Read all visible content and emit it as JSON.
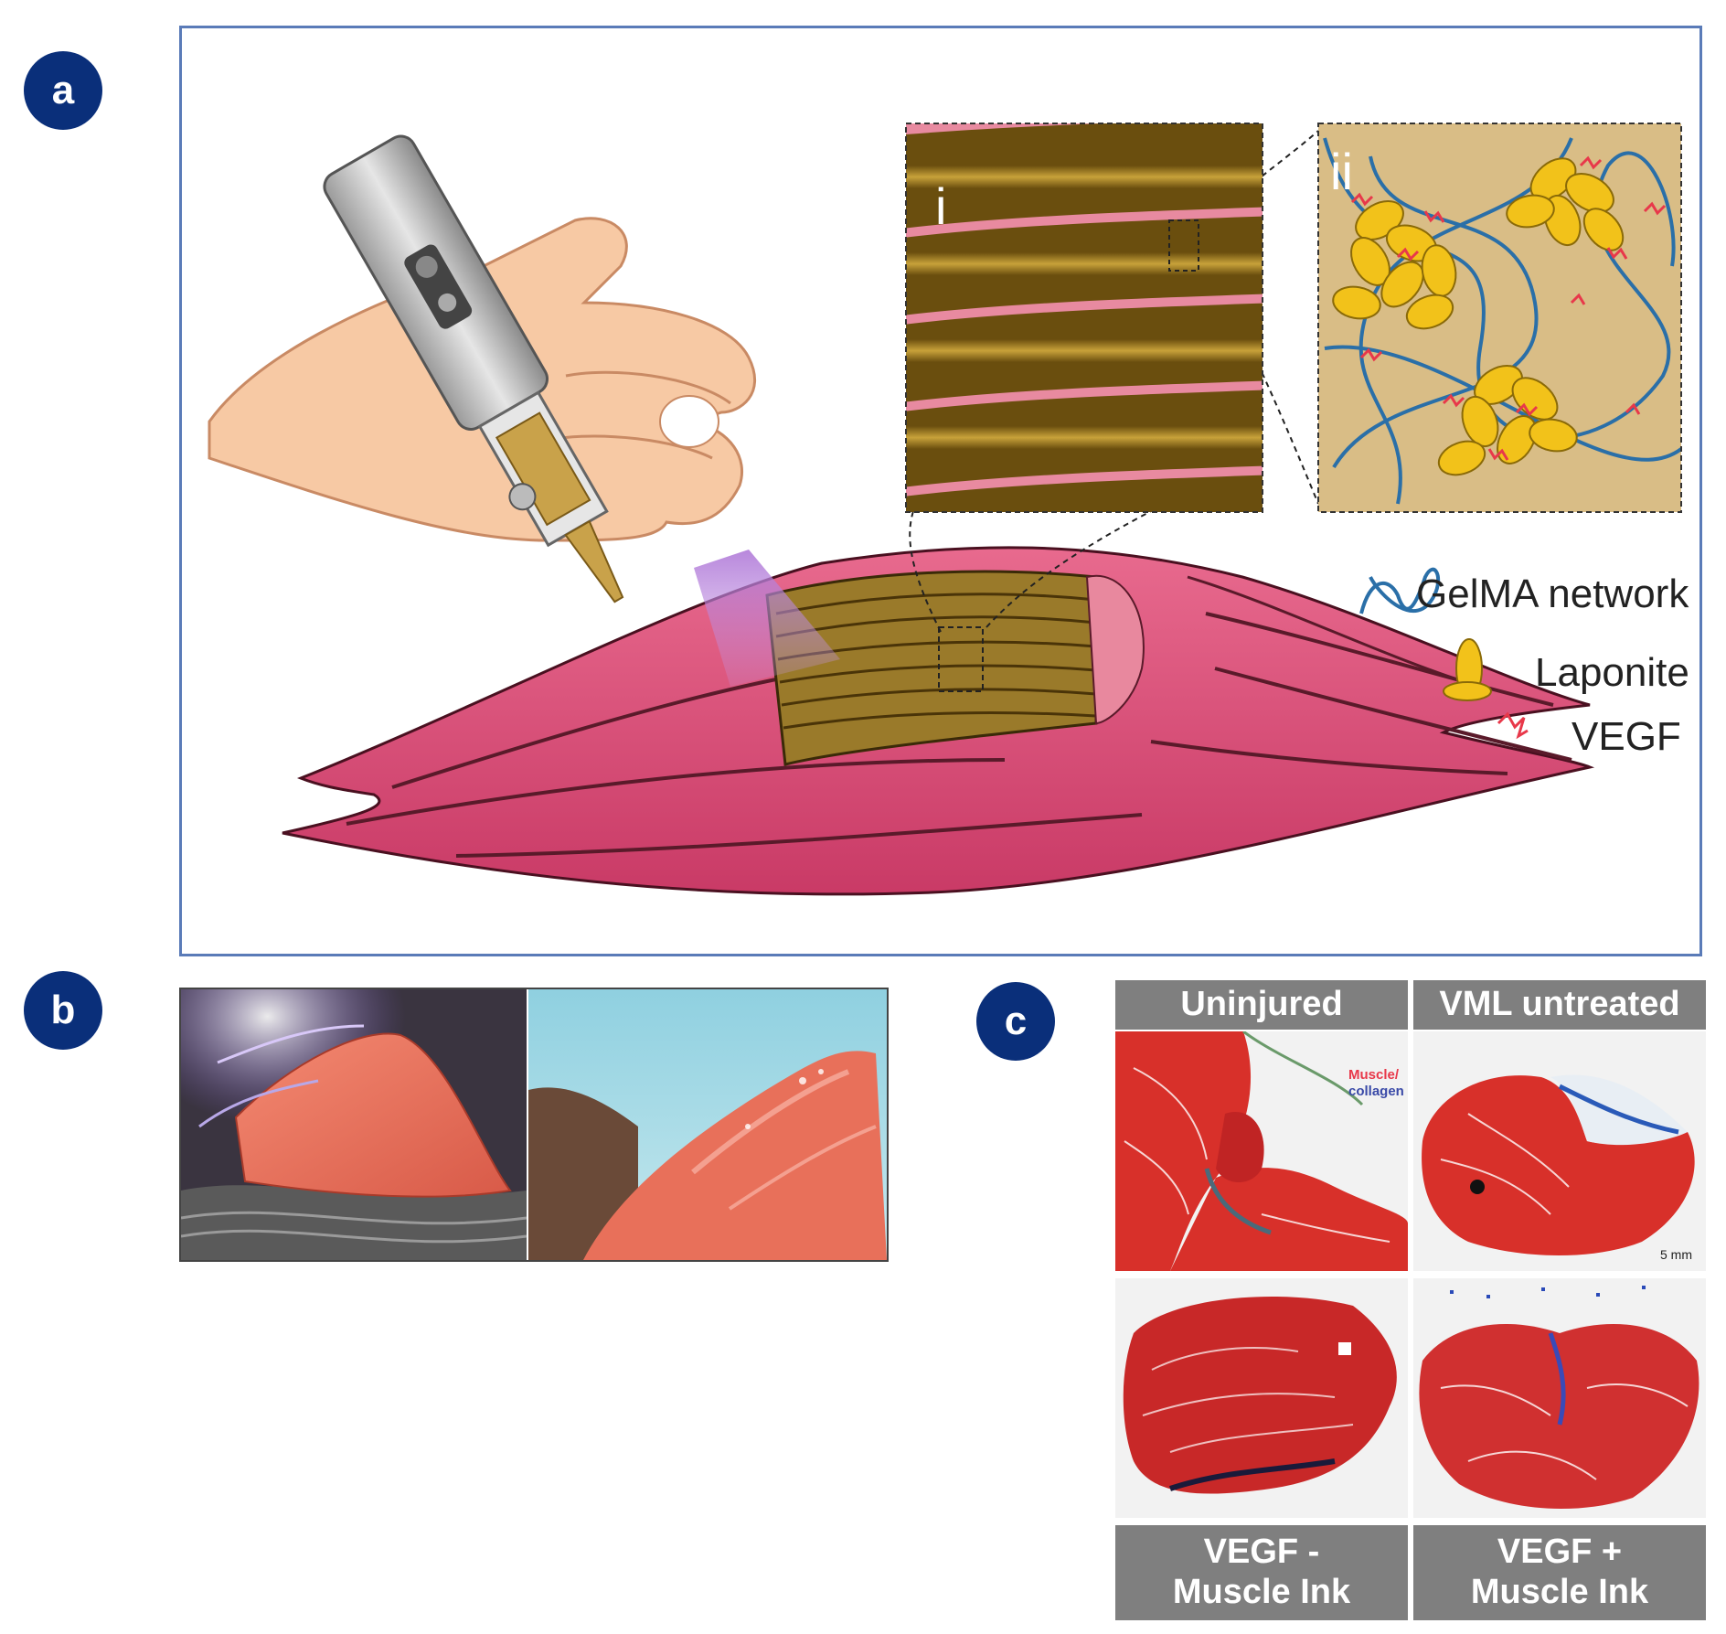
{
  "panels": {
    "a": {
      "badge": "a",
      "inset_i_label": "i",
      "inset_ii_label": "ii",
      "legend": {
        "gelma": "GelMA network",
        "laponite": "Laponite",
        "vegf": "VEGF"
      }
    },
    "b": {
      "badge": "b"
    },
    "c": {
      "badge": "c",
      "labels": {
        "uninjured": "Uninjured",
        "vml_untreated": "VML untreated",
        "vegf_minus": "VEGF -\nMuscle Ink",
        "vegf_plus": "VEGF +\nMuscle Ink"
      },
      "stain_muscle": "Muscle/",
      "stain_collagen": "collagen",
      "scale_bar": "5 mm"
    }
  },
  "colors": {
    "badge": "#0a2f7a",
    "muscle_pink": "#e0507a",
    "scaffold_brown": "#8a6a1a",
    "gelma_blue": "#2a6fa8",
    "laponite_yellow": "#f2c21a",
    "vegf_red": "#e8384a",
    "label_gray": "#7f7f7f"
  }
}
